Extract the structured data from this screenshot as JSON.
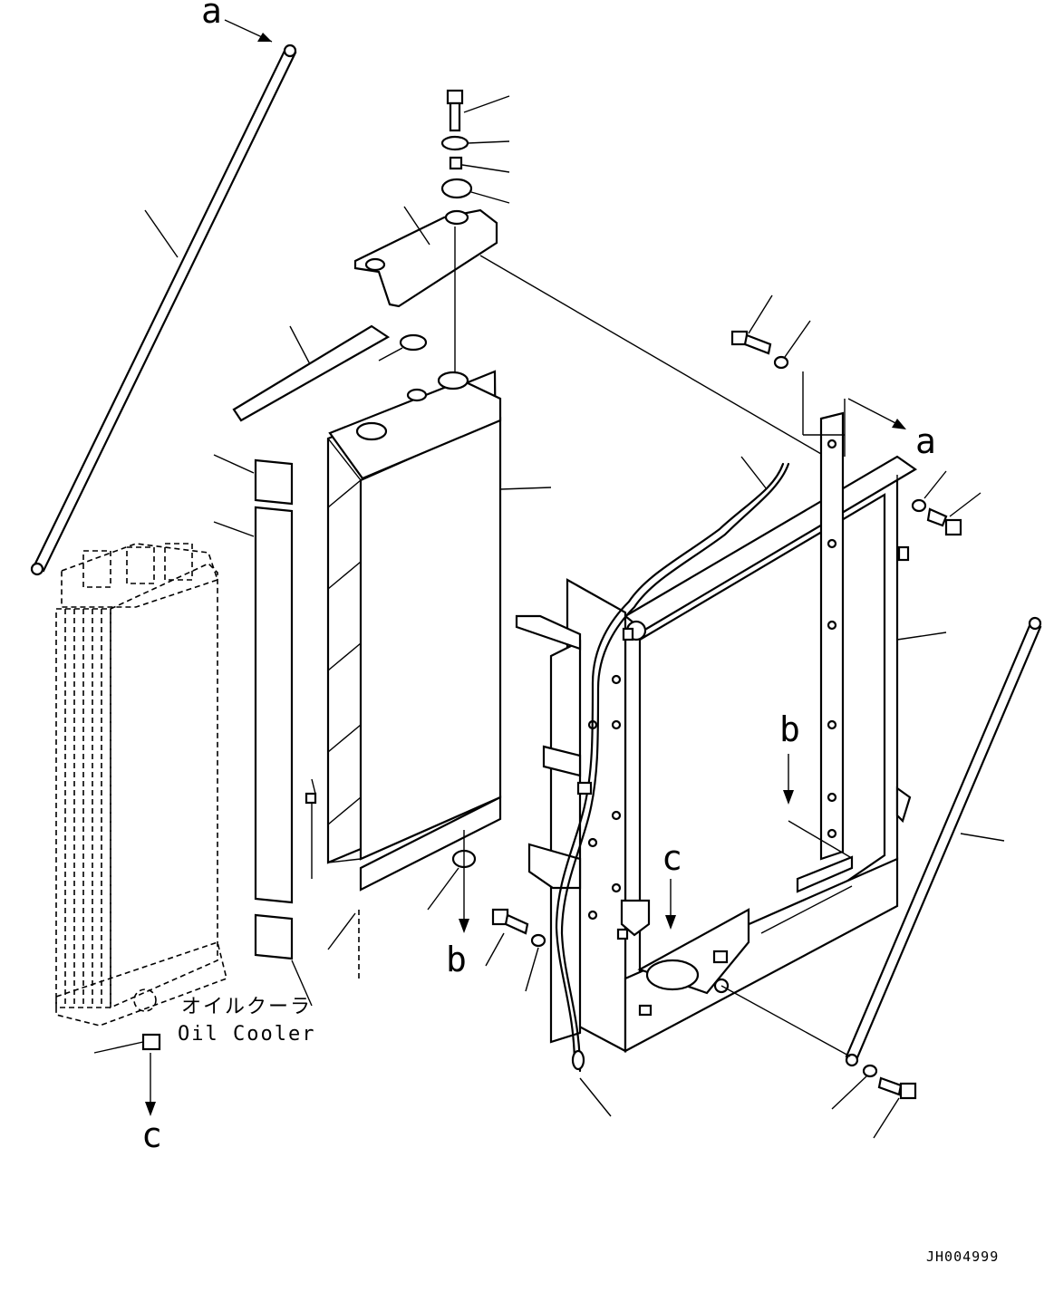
{
  "diagram": {
    "labels": {
      "a_top": "a",
      "a_right": "a",
      "b_mid": "b",
      "b_right": "b",
      "c_left": "c",
      "c_right": "c"
    },
    "oil_cooler_jp": "オイルクーラ",
    "oil_cooler_en": "Oil Cooler",
    "drawing_code": "JH004999"
  }
}
